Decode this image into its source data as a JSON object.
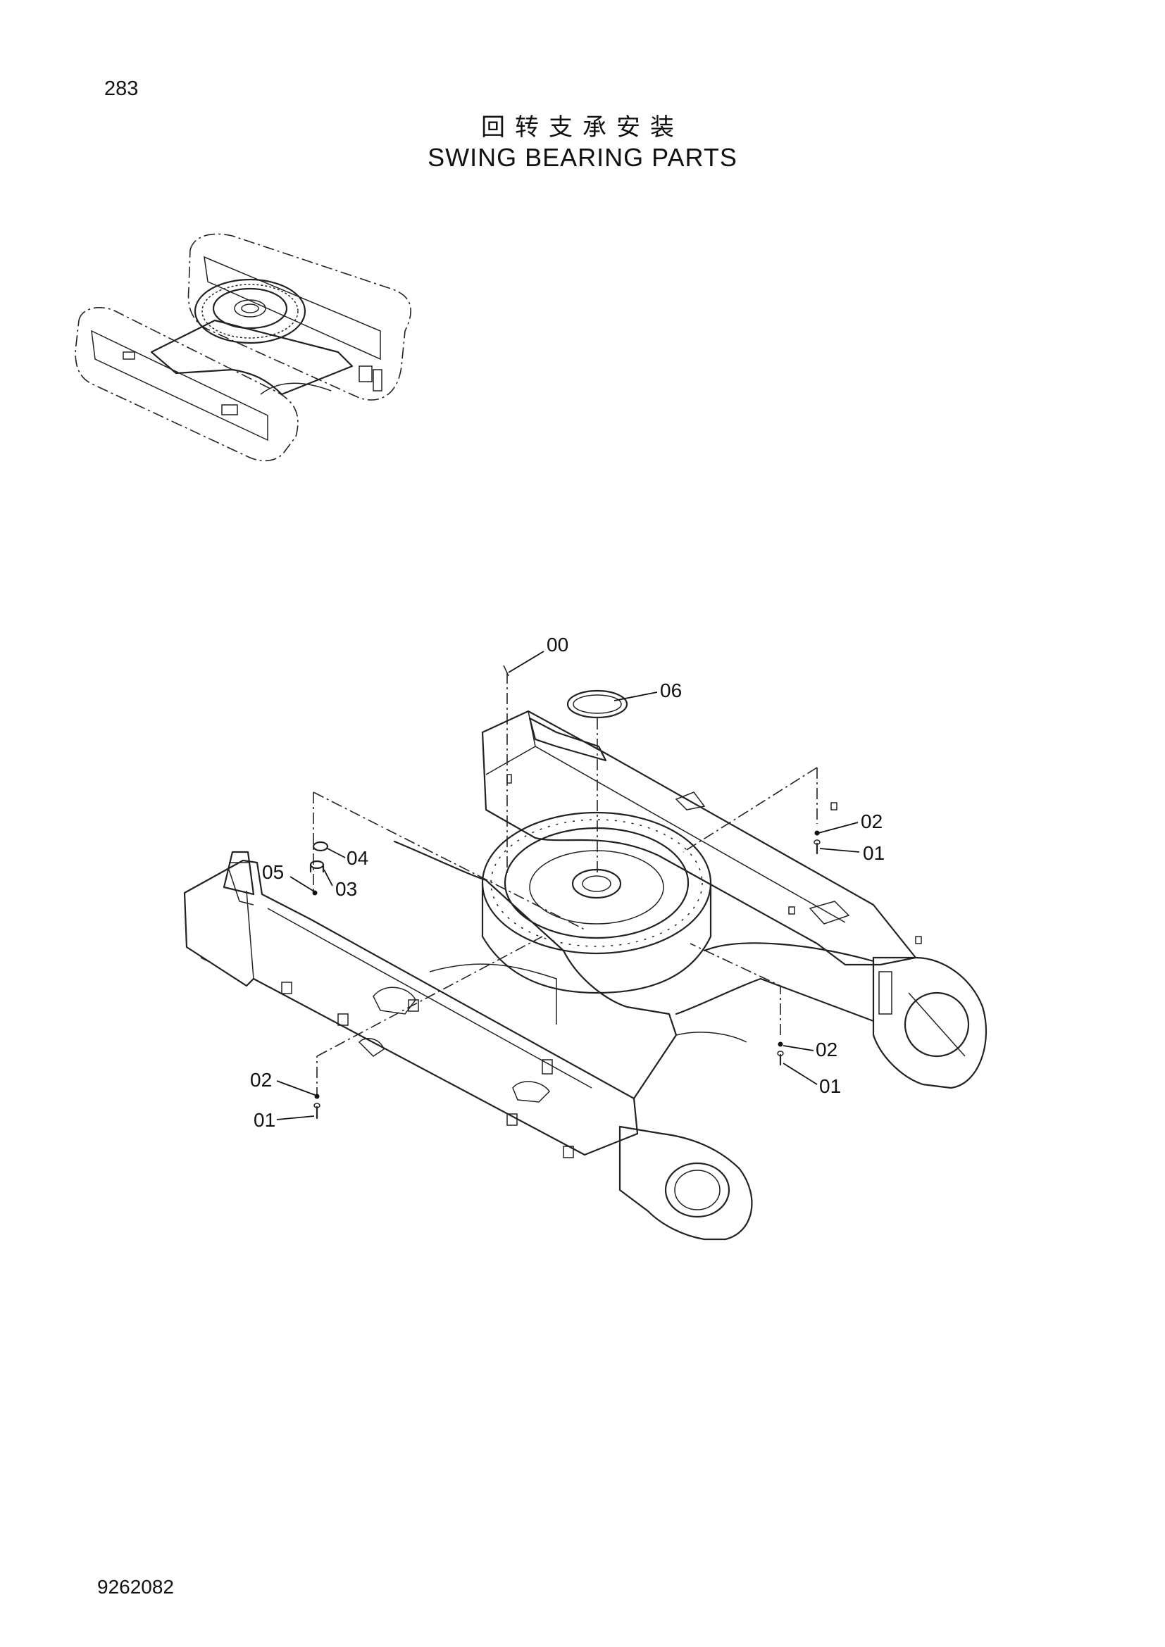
{
  "page": {
    "page_number": "283",
    "title_cn": "回转支承安装",
    "title_en": "SWING BEARING PARTS",
    "doc_number": "9262082"
  },
  "callouts": {
    "c00": "00",
    "c06": "06",
    "c02_right_upper": "02",
    "c01_right_upper": "01",
    "c04": "04",
    "c05": "05",
    "c03": "03",
    "c02_right_lower": "02",
    "c01_right_lower": "01",
    "c02_left_lower": "02",
    "c01_left_lower": "01"
  }
}
